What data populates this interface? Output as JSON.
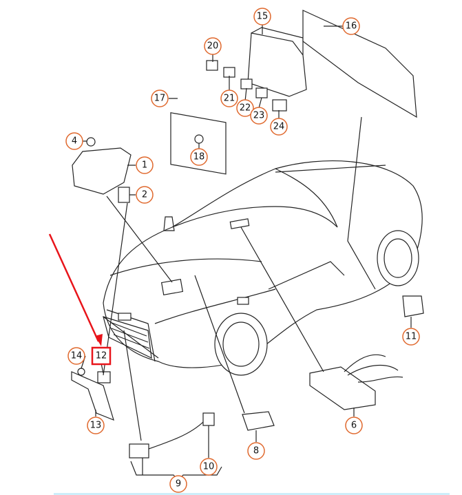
{
  "diagram": {
    "callouts": [
      {
        "label": "15"
      },
      {
        "label": "16"
      },
      {
        "label": "20"
      },
      {
        "label": "17"
      },
      {
        "label": "21"
      },
      {
        "label": "22"
      },
      {
        "label": "23"
      },
      {
        "label": "24"
      },
      {
        "label": "18"
      },
      {
        "label": "4"
      },
      {
        "label": "1"
      },
      {
        "label": "2"
      },
      {
        "label": "11"
      },
      {
        "label": "14"
      },
      {
        "label": "13"
      },
      {
        "label": "6"
      },
      {
        "label": "8"
      },
      {
        "label": "10"
      },
      {
        "label": "9"
      }
    ],
    "highlighted_callout": {
      "label": "12",
      "color": "#e8141a"
    },
    "callout_color": "#e0692e",
    "arrow_color": "#e8141a"
  }
}
